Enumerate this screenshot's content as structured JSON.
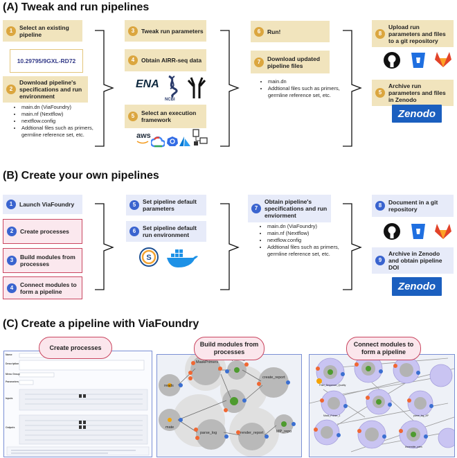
{
  "sectionA": {
    "title": "(A) Tweak and run pipelines",
    "steps": [
      {
        "num": "1",
        "label": "Select an existing pipeline"
      },
      {
        "num": "2",
        "label": "Download pipeline's specifications and run environment"
      },
      {
        "num": "3",
        "label": "Tweak run parameters"
      },
      {
        "num": "4",
        "label": "Obtain AIRR-seq data"
      },
      {
        "num": "5",
        "label": "Select an execution framework"
      },
      {
        "num": "6",
        "label": "Run!"
      },
      {
        "num": "7",
        "label": "Download updated pipeline files"
      },
      {
        "num": "8",
        "label": "Upload run parameters and files to a git repository"
      },
      {
        "num": "5",
        "label": "Archive run parameters and files in Zenodo"
      }
    ],
    "doi": "10.29795/9GXL-RD72",
    "files": [
      "main.dn (ViaFoundry)",
      "main.nf  (Nextflow)",
      "nextflow.config",
      "Addtional files such as primers, germline reference set, etc."
    ],
    "updated_files": [
      "main.dn",
      "Addtional files such as primers, germline reference set, etc."
    ],
    "data_logos": {
      "ena": "ENA",
      "ncbi": "NCBI"
    },
    "cloud_logos": {
      "aws": "aws"
    },
    "zenodo": "Zenodo"
  },
  "sectionB": {
    "title": "(B) Create your own pipelines",
    "steps": [
      {
        "num": "1",
        "label": "Launch ViaFoundry"
      },
      {
        "num": "2",
        "label": "Create processes"
      },
      {
        "num": "3",
        "label": "Build modules from processes"
      },
      {
        "num": "4",
        "label": "Connect modules to form a pipeline"
      },
      {
        "num": "5",
        "label": "Set pipeline default parameters"
      },
      {
        "num": "6",
        "label": "Set pipeline default run environment"
      },
      {
        "num": "7",
        "label": "Obtain pipeline's specifications and run enviorment"
      },
      {
        "num": "8",
        "label": "Document in a git repository"
      },
      {
        "num": "9",
        "label": "Archive in Zenodo and obtain pipeline DOI"
      }
    ],
    "files": [
      "main.dn (ViaFoundry)",
      "main.nf  (Nextflow)",
      "nextflow.config",
      "Addtional files such as primers, germline reference set, etc."
    ],
    "zenodo": "Zenodo"
  },
  "sectionC": {
    "title": "(C) Create a pipeline with ViaFoundry",
    "pills": [
      "Create processes",
      "Build modules from processes",
      "Connect modules to form a pipeline"
    ],
    "form_labels": [
      "Name",
      "Description",
      "Menu Group",
      "Parameters",
      "Inputs",
      "Outputs"
    ],
    "module_nodes": [
      "reads",
      "MaskPrimers",
      "primer_",
      "create_report",
      "mate",
      "parse_log",
      "render_report",
      "MP_repo"
    ],
    "pipeline_nodes": [
      "Filter_Sequence_Quality",
      "Mask_Primer_1",
      "Assemble_pairs",
      "parse_log_AP"
    ]
  },
  "colors": {
    "yellow": "#f1e4bd",
    "yellow_badge": "#dba63f",
    "blue": "#e7ebf9",
    "blue_badge": "#3a64cf",
    "pink_border": "#c9455f",
    "pink_fill": "#fbe8ee",
    "zenodo": "#1b5fbf"
  }
}
